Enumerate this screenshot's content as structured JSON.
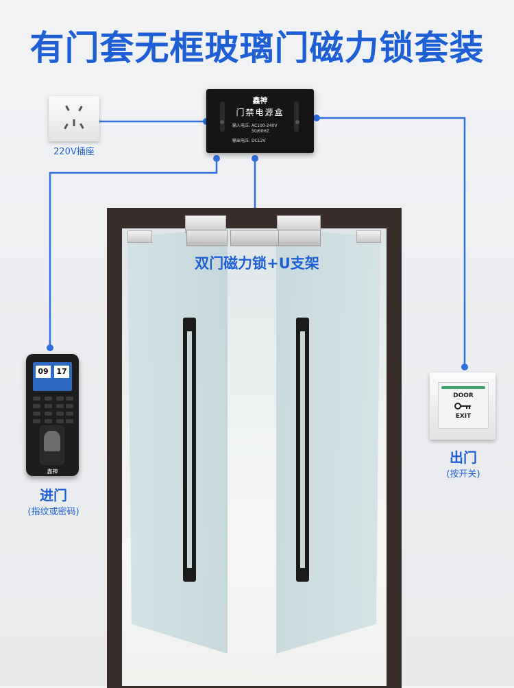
{
  "title": "有门套无框玻璃门磁力锁套装",
  "power_box": {
    "brand": "鑫神",
    "name": "门禁电源盒",
    "input_label": "输入电压:",
    "input_value": "AC100-240V",
    "freq_value": "50/60HZ",
    "output_label": "输出电压:",
    "output_value": "DC12V"
  },
  "socket": {
    "label": "220V插座"
  },
  "door_lock": {
    "label": "双门磁力锁+U支架"
  },
  "entry_device": {
    "label": "进门",
    "sub_label": "(指纹或密码)",
    "time_hour": "09",
    "time_minute": "17",
    "brand": "鑫神"
  },
  "exit_button": {
    "label": "出门",
    "sub_label": "(按开关)",
    "text_top": "DOOR",
    "text_bottom": "EXIT"
  },
  "colors": {
    "accent": "#1f5fd6",
    "frame": "#3a2e2c",
    "wire": "#2f6fe0"
  }
}
